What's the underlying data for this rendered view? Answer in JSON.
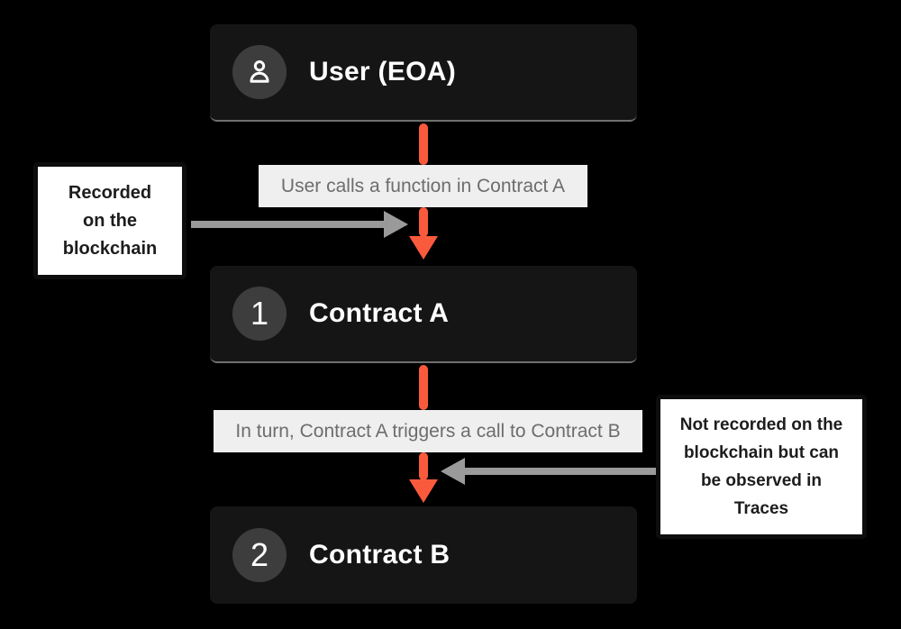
{
  "diagram": {
    "nodes": {
      "user": {
        "label": "User (EOA)",
        "icon": "user-icon"
      },
      "contract_a": {
        "badge": "1",
        "label": "Contract A"
      },
      "contract_b": {
        "badge": "2",
        "label": "Contract B"
      }
    },
    "flow_labels": {
      "call1": "User calls a function in Contract A",
      "call2": "In turn, Contract A triggers a call to Contract B"
    },
    "notes": {
      "left": {
        "lines": [
          "Recorded",
          "on the",
          "blockchain"
        ]
      },
      "right": {
        "lines": [
          "Not recorded on the",
          "blockchain but can",
          "be observed in",
          "Traces"
        ]
      }
    },
    "colors": {
      "background": "#000000",
      "node_bg": "#151515",
      "node_underline": "#6f6f6f",
      "badge_bg": "#3d3d3d",
      "label_bg": "#efefef",
      "label_text": "#6d6d6d",
      "arrow_orange": "#fa5a3c",
      "arrow_gray": "#9a9a9a",
      "note_border": "#0d0d0d",
      "note_text": "#1d1d1d"
    }
  }
}
